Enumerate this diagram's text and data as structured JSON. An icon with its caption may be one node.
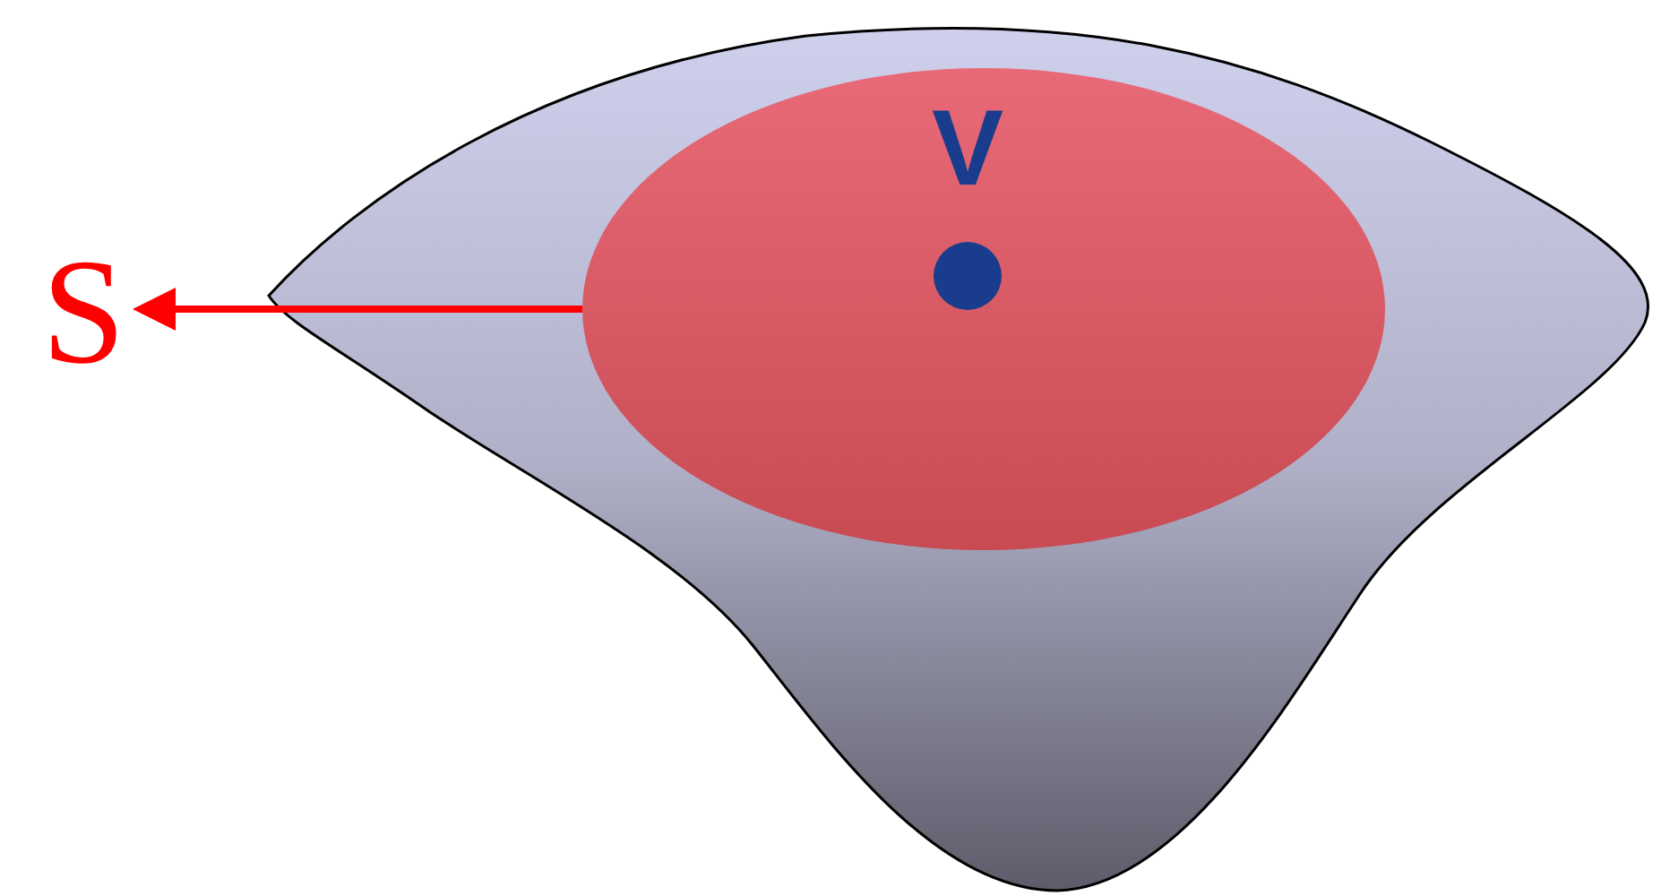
{
  "diagram": {
    "nodes": [
      {
        "text": [],
        "shape": "blob"
      },
      {
        "text": [],
        "shape": "ellipse",
        "in": 0
      },
      {
        "text": [
          "V"
        ],
        "in": 1
      },
      {
        "text": [
          "S"
        ]
      }
    ],
    "edges": [
      {
        "from": 1,
        "to": 3,
        "arrow": "to"
      }
    ]
  }
}
